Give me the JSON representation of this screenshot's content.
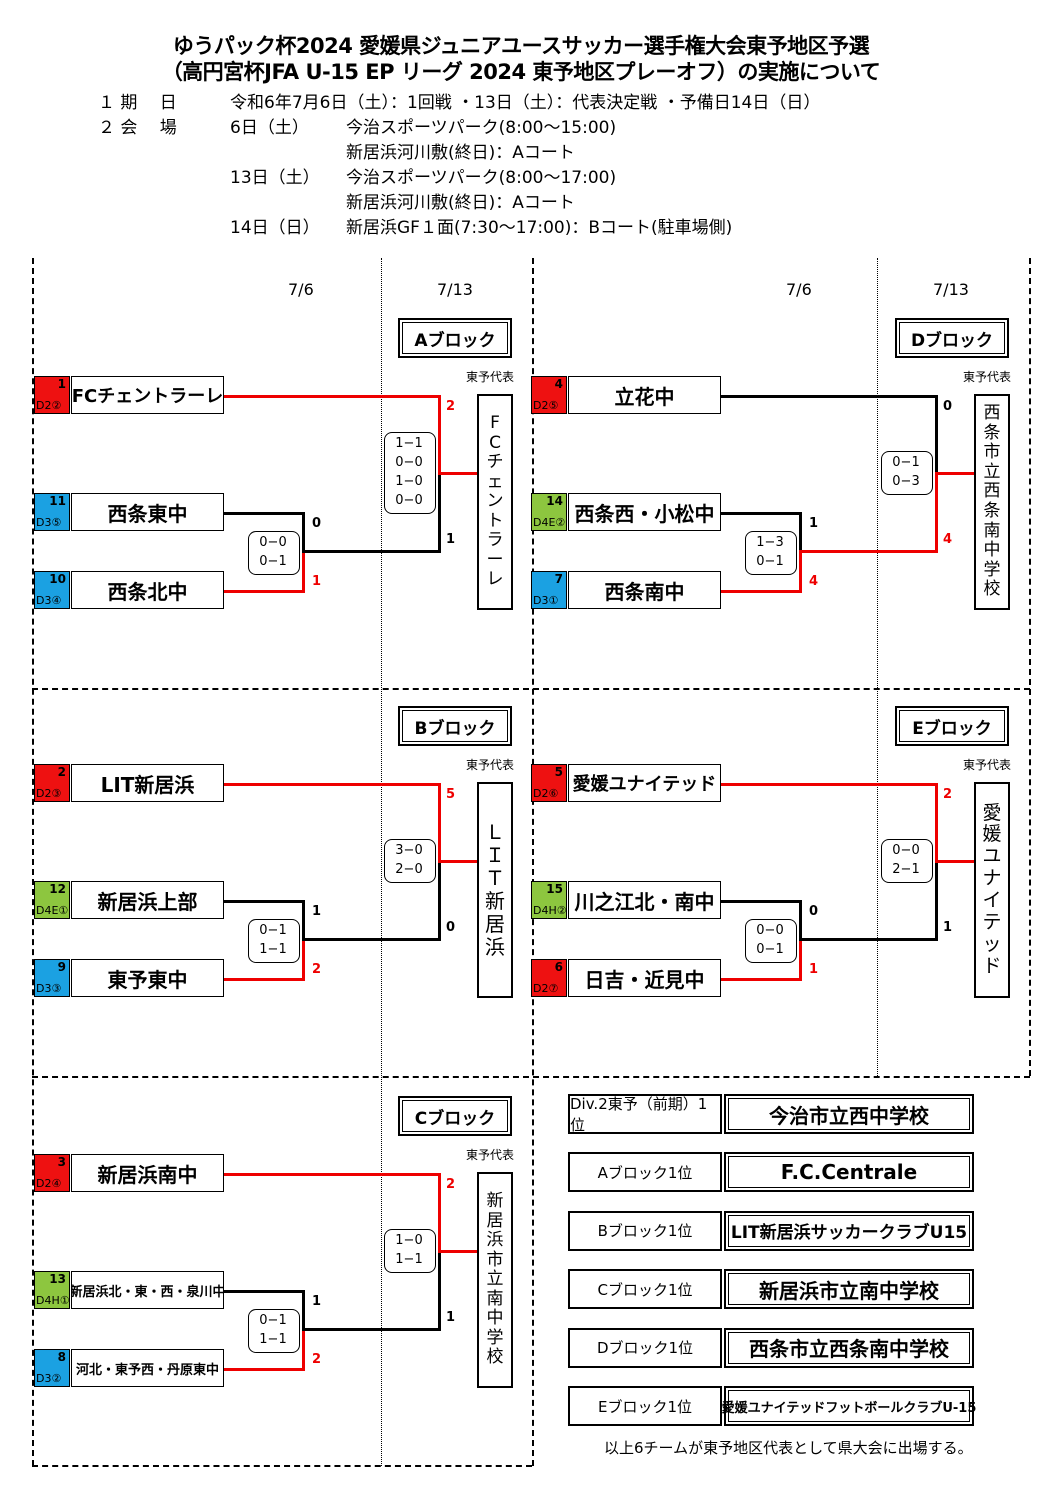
{
  "header": {
    "title_line1": "ゆうパック杯2024 愛媛県ジュニアユースサッカー選手権大会東予地区予選",
    "title_line2": "（高円宮杯JFA U-15 EP リーグ 2024 東予地区プレーオフ）の実施について",
    "period_label": "１ 期　 日",
    "period_value": "令和6年7月6日（土）：1回戦 ・13日（土）：代表決定戦 ・予備日14日（日）",
    "venue_label": "２ 会　 場",
    "venue": [
      {
        "day": "6日（土）",
        "text": "今治スポーツパーク(8:00～15:00)"
      },
      {
        "day": "",
        "text": "新居浜河川敷(終日)：Aコート"
      },
      {
        "day": "13日（土）",
        "text": "今治スポーツパーク(8:00～17:00)"
      },
      {
        "day": "",
        "text": "新居浜河川敷(終日)：Aコート"
      },
      {
        "day": "14日（日）",
        "text": "新居浜GF１面(7:30～17:00)：Bコート(駐車場側)"
      }
    ]
  },
  "dates": {
    "round1": "7/6",
    "round2": "7/13"
  },
  "rep_label": "東予代表",
  "colors": {
    "D2": "#ee1111",
    "D3": "#1ba1e2",
    "D4": "#8dc63f",
    "advance": "#e00000"
  },
  "blocks": {
    "A": {
      "name": "Aブロック",
      "teams": [
        {
          "num": "1",
          "div": "D2②",
          "name": "FCチェントラーレ"
        },
        {
          "num": "11",
          "div": "D3⑤",
          "name": "西条東中"
        },
        {
          "num": "10",
          "div": "D3④",
          "name": "西条北中"
        }
      ],
      "r1": {
        "top": "0",
        "bottom": "1",
        "detail": [
          "0−0",
          "0−1"
        ]
      },
      "final": {
        "top": "2",
        "bottom": "1",
        "detail": [
          "1−1",
          "0−0",
          "1−0",
          "0−0"
        ]
      },
      "winner": "FCチェントラーレ"
    },
    "B": {
      "name": "Bブロック",
      "teams": [
        {
          "num": "2",
          "div": "D2③",
          "name": "LIT新居浜"
        },
        {
          "num": "12",
          "div": "D4E①",
          "name": "新居浜上部"
        },
        {
          "num": "9",
          "div": "D3③",
          "name": "東予東中"
        }
      ],
      "r1": {
        "top": "1",
        "bottom": "2",
        "detail": [
          "0−1",
          "1−1"
        ]
      },
      "final": {
        "top": "5",
        "bottom": "0",
        "detail": [
          "3−0",
          "2−0"
        ]
      },
      "winner": "ＬＩＴ新居浜"
    },
    "C": {
      "name": "Cブロック",
      "teams": [
        {
          "num": "3",
          "div": "D2④",
          "name": "新居浜南中"
        },
        {
          "num": "13",
          "div": "D4H①",
          "name": "新居浜北・東・西・泉川中"
        },
        {
          "num": "8",
          "div": "D3②",
          "name": "河北・東予西・丹原東中"
        }
      ],
      "r1": {
        "top": "1",
        "bottom": "2",
        "detail": [
          "0−1",
          "1−1"
        ]
      },
      "final": {
        "top": "2",
        "bottom": "1",
        "detail": [
          "1−0",
          "1−1"
        ]
      },
      "winner": "新居浜市立南中学校"
    },
    "D": {
      "name": "Dブロック",
      "teams": [
        {
          "num": "4",
          "div": "D2⑤",
          "name": "立花中"
        },
        {
          "num": "14",
          "div": "D4E②",
          "name": "西条西・小松中"
        },
        {
          "num": "7",
          "div": "D3①",
          "name": "西条南中"
        }
      ],
      "r1": {
        "top": "1",
        "bottom": "4",
        "detail": [
          "1−3",
          "0−1"
        ]
      },
      "final": {
        "top": "0",
        "bottom": "4",
        "detail": [
          "0−1",
          "0−3"
        ]
      },
      "winner": "西条市立西条南中学校"
    },
    "E": {
      "name": "Eブロック",
      "teams": [
        {
          "num": "5",
          "div": "D2⑥",
          "name": "愛媛ユナイテッド"
        },
        {
          "num": "15",
          "div": "D4H②",
          "name": "川之江北・南中"
        },
        {
          "num": "6",
          "div": "D2⑦",
          "name": "日吉・近見中"
        }
      ],
      "r1": {
        "top": "0",
        "bottom": "1",
        "detail": [
          "0−0",
          "0−1"
        ]
      },
      "final": {
        "top": "2",
        "bottom": "1",
        "detail": [
          "0−0",
          "2−1"
        ]
      },
      "winner": "愛媛ユナイテッド"
    }
  },
  "results": [
    {
      "label": "Div.2東予（前期）1位",
      "value": "今治市立西中学校"
    },
    {
      "label": "Aブロック1位",
      "value": "F.C.Centrale"
    },
    {
      "label": "Bブロック1位",
      "value": "LIT新居浜サッカークラブU15"
    },
    {
      "label": "Cブロック1位",
      "value": "新居浜市立南中学校"
    },
    {
      "label": "Dブロック1位",
      "value": "西条市立西条南中学校"
    },
    {
      "label": "Eブロック1位",
      "value": "愛媛ユナイテッドフットボールクラブU-15"
    }
  ],
  "footer": "以上6チームが東予地区代表として県大会に出場する。"
}
